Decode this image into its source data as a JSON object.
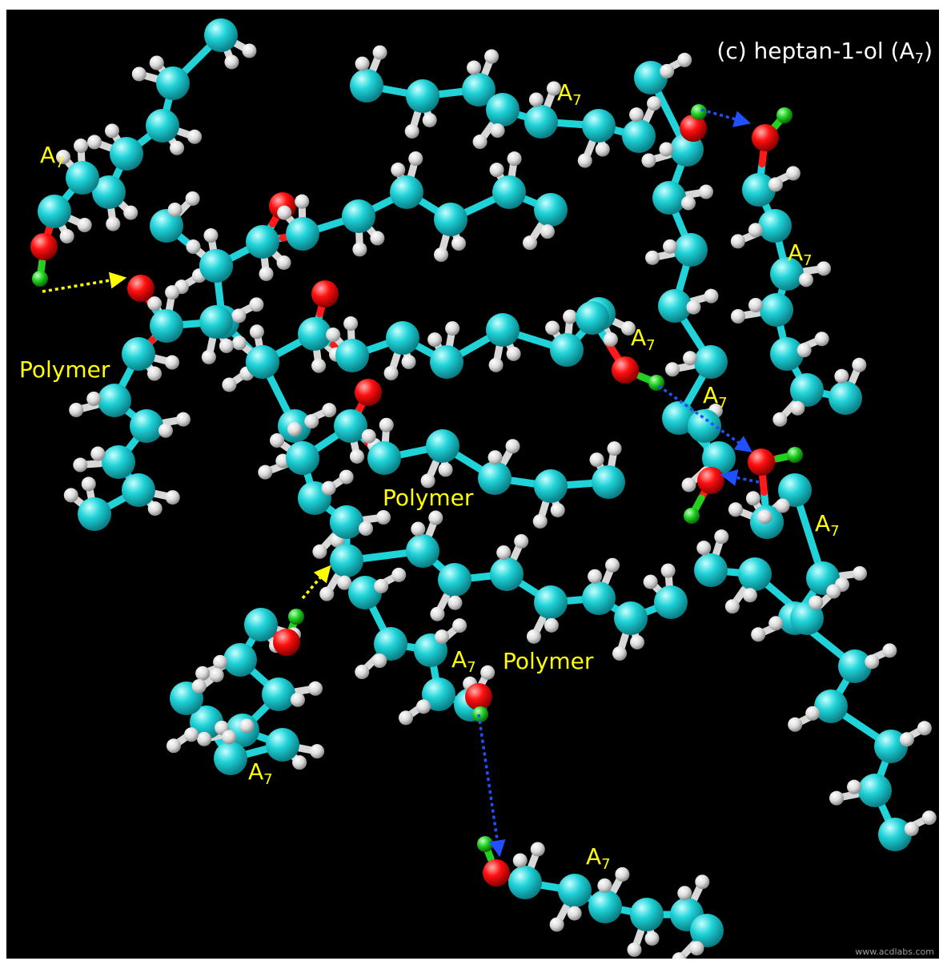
{
  "title": {
    "prefix": "(c) heptan-1-ol (A",
    "subscript": "7",
    "suffix": ")"
  },
  "labels": {
    "a7_top_left": {
      "main": "A",
      "sub": "7"
    },
    "a7_top_center": {
      "main": "A",
      "sub": "7"
    },
    "a7_right_upper": {
      "main": "A",
      "sub": "7"
    },
    "a7_center_right": {
      "main": "A",
      "sub": "7"
    },
    "a7_right_mid": {
      "main": "A",
      "sub": "7"
    },
    "a7_right_lower": {
      "main": "A",
      "sub": "7"
    },
    "a7_bottom_center": {
      "main": "A",
      "sub": "7"
    },
    "a7_bottom_left": {
      "main": "A",
      "sub": "7"
    },
    "a7_bottom": {
      "main": "A",
      "sub": "7"
    },
    "polymer_left": "Polymer",
    "polymer_center": "Polymer",
    "polymer_bottom": "Polymer"
  },
  "watermark": "www.acdlabs.com",
  "colors": {
    "background": "#000000",
    "carbon": "#1fd3d8",
    "oxygen": "#ff0000",
    "hydrogen": "#e8e8e8",
    "hydroxyl_hydrogen": "#20d020",
    "label": "#ffff00",
    "title": "#ffffff",
    "hbond_alcohol_alcohol": "#2050ff",
    "hbond_alcohol_polymer": "#ffff00"
  }
}
